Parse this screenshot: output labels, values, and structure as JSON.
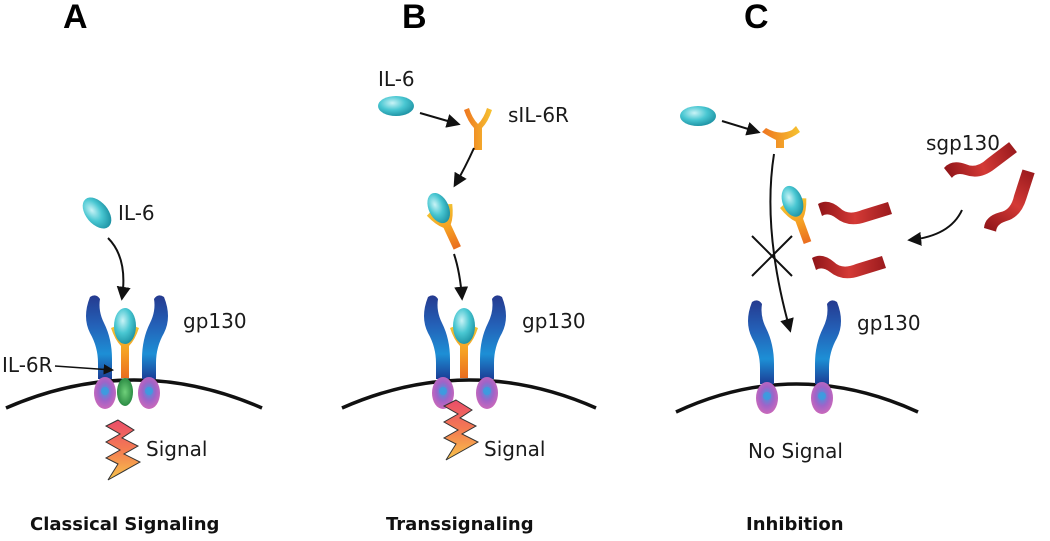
{
  "panels": [
    {
      "letter": "A",
      "caption": "Classical Signaling",
      "labels": {
        "ligand": "IL-6",
        "receptor": "gp130",
        "il6r": "IL-6R",
        "signal": "Signal"
      }
    },
    {
      "letter": "B",
      "caption": "Transsignaling",
      "labels": {
        "ligand": "IL-6",
        "soluble_receptor": "sIL-6R",
        "receptor": "gp130",
        "signal": "Signal"
      }
    },
    {
      "letter": "C",
      "caption": "Inhibition",
      "labels": {
        "inhibitor": "sgp130",
        "receptor": "gp130",
        "signal": "No Signal"
      }
    }
  ],
  "colors": {
    "il6": "#3ec3cf",
    "il6r": "#f5a623",
    "sgp130": "#c4262b",
    "membrane": "#111111",
    "gp130_top": "#2a3f9c",
    "gp130_mid": "#1f8fd1",
    "gp130_base": "#c063b8",
    "il6r_base": "#2a9a4a",
    "signal_bolt": "#ef5a5a"
  }
}
